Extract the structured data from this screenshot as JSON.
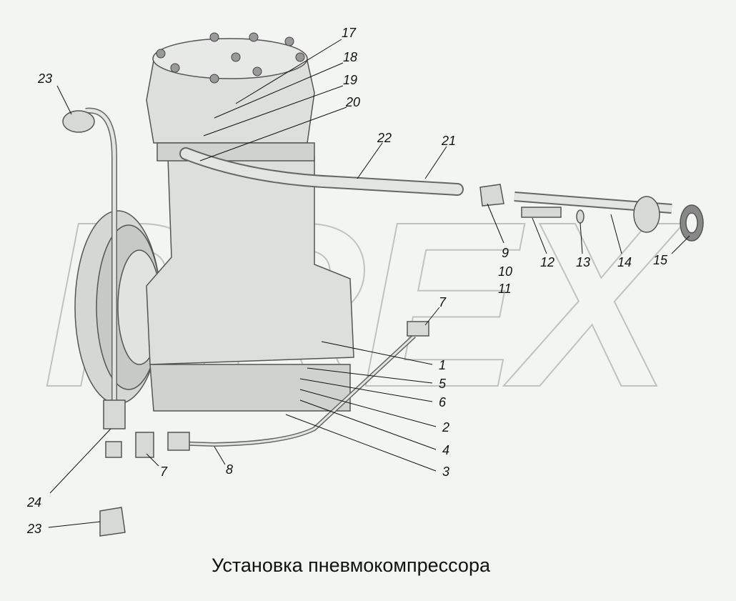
{
  "title": "Установка пневмокомпрессора",
  "watermark": "PREX",
  "callouts": [
    {
      "label": "17"
    },
    {
      "label": "18"
    },
    {
      "label": "19"
    },
    {
      "label": "20"
    },
    {
      "label": "22"
    },
    {
      "label": "21"
    },
    {
      "label": "9"
    },
    {
      "label": "10"
    },
    {
      "label": "11"
    },
    {
      "label": "12"
    },
    {
      "label": "13"
    },
    {
      "label": "14"
    },
    {
      "label": "15"
    },
    {
      "label": "7"
    },
    {
      "label": "1"
    },
    {
      "label": "5"
    },
    {
      "label": "6"
    },
    {
      "label": "2"
    },
    {
      "label": "4"
    },
    {
      "label": "3"
    },
    {
      "label": "8"
    },
    {
      "label": "7"
    },
    {
      "label": "24"
    },
    {
      "label": "23"
    },
    {
      "label": "23"
    }
  ],
  "colors": {
    "background": "#f2f5f1",
    "part_fill": "#d9dcd8",
    "part_stroke": "#555",
    "watermark": "#bfc3bf"
  }
}
